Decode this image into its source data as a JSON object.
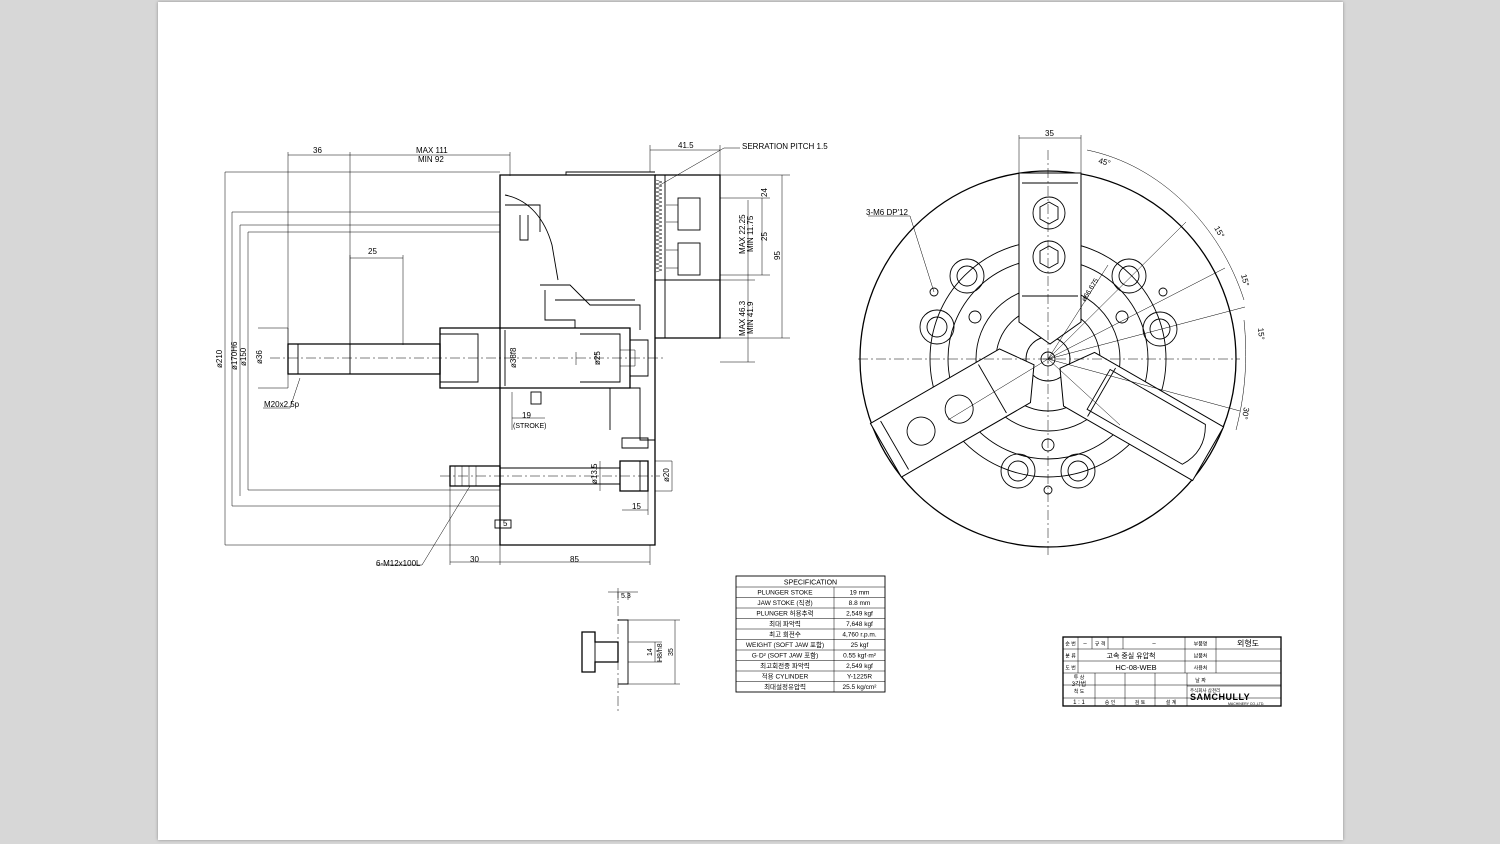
{
  "sheet": {
    "dims": {
      "d36_top": "36",
      "max111": "MAX 111",
      "min92": "MIN 92",
      "d41_5": "41.5",
      "serration": "SERRATION PITCH 1.5",
      "d24": "24",
      "max22": "MAX 22.25",
      "min11": "MIN 11.75",
      "d25v": "25",
      "d95": "95",
      "max46": "MAX 46.3",
      "min41": "MIN 41.9",
      "d25h": "25",
      "phi210": "ø210",
      "phi170": "ø170H6",
      "phi150": "ø150",
      "phi36": "ø36",
      "phi38": "ø38f8",
      "phi25": "ø25",
      "m20": "M20x2.5p",
      "d19": "19",
      "stroke": "(STROKE)",
      "phi13": "ø13.5",
      "phi20": "ø20",
      "d15": "15",
      "d5": "5",
      "m12": "6-M12x100L",
      "d30": "30",
      "d85": "85",
      "d35_top": "35",
      "a45": "45°",
      "a15a": "15°",
      "a15b": "15°",
      "a15c": "15°",
      "a30": "30°",
      "m6": "3-M6 DP'12",
      "pcd": "ø66.675",
      "j53": "5.3",
      "j14": "14",
      "jh8": "H8/h8",
      "j35": "35"
    },
    "spec": {
      "title": "SPECIFICATION",
      "rows": [
        {
          "label": "PLUNGER STOKE",
          "value": "19   mm"
        },
        {
          "label": "JAW STOKE (직경)",
          "value": "8.8   mm"
        },
        {
          "label": "PLUNGER 허용추력",
          "value": "2,549   kgf"
        },
        {
          "label": "최대 파악력",
          "value": "7,648  kgf"
        },
        {
          "label": "최고 회전수",
          "value": "4,760 r.p.m."
        },
        {
          "label": "WEIGHT (SOFT JAW 포함)",
          "value": "25  kgf"
        },
        {
          "label": "G·D² (SOFT JAW 포함)",
          "value": "0.55   kgf·m²"
        },
        {
          "label": "최고회전중 파악력",
          "value": "2,549  kgf"
        },
        {
          "label": "적용 CYLINDER",
          "value": "Y-1225R"
        },
        {
          "label": "최대설정유압력",
          "value": "25.5 kg/cm²"
        }
      ]
    },
    "title_block": {
      "l_no": "순 번",
      "l_spec": "규 격",
      "v_no": "–",
      "v_spec": "–",
      "l_part": "부품명",
      "v_part": "외형도",
      "l_class": "분 류",
      "v_class": "고속 중실 유압척",
      "l_use": "납품처",
      "l_dwg": "도 번",
      "v_dwg": "HC-08-WEB",
      "l_user": "사용처",
      "l_date": "날 짜",
      "l_proj": "투 상",
      "v_proj": "3각법",
      "l_scale": "척 도",
      "v_scale": "1 : 1",
      "sign1": "승 인",
      "sign2": "검 토",
      "sign3": "설 계",
      "company_top": "주식회사 삼천리",
      "company": "SAMCHULLY",
      "company_sub": "MACHINERY CO.,LTD."
    }
  }
}
